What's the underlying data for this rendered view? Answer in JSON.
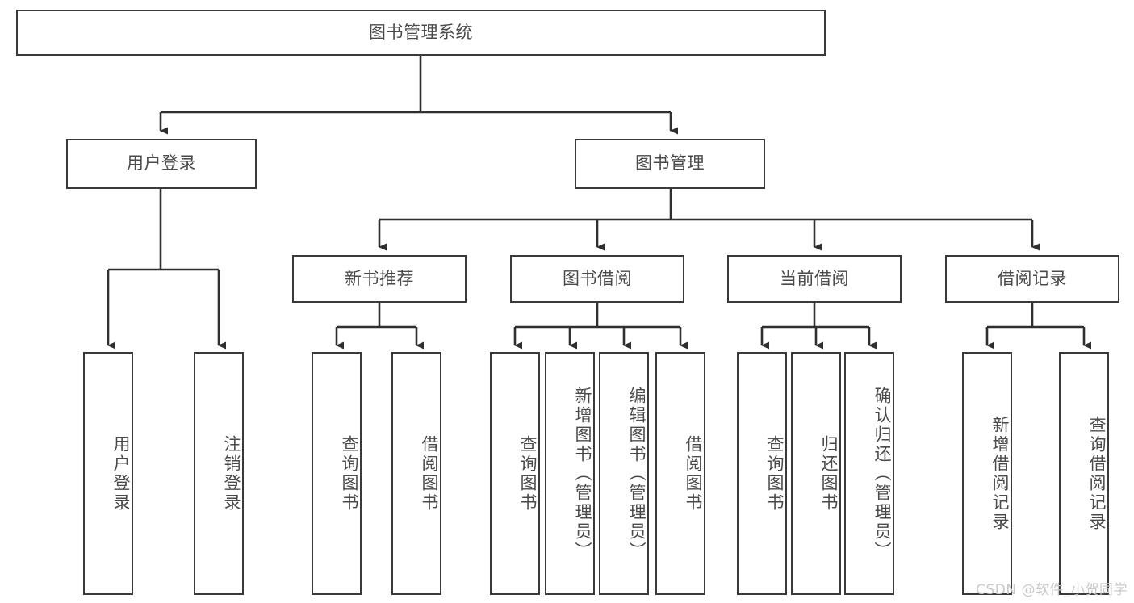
{
  "diagram": {
    "type": "tree-hierarchy",
    "title": "图书管理系统",
    "root": {
      "id": "root",
      "label": "图书管理系统"
    },
    "level1": [
      {
        "id": "user-login",
        "label": "用户登录"
      },
      {
        "id": "book-management",
        "label": "图书管理"
      }
    ],
    "level2": [
      {
        "id": "new-book-recommend",
        "label": "新书推荐",
        "parent": "book-management"
      },
      {
        "id": "book-borrow",
        "label": "图书借阅",
        "parent": "book-management"
      },
      {
        "id": "current-borrow",
        "label": "当前借阅",
        "parent": "book-management"
      },
      {
        "id": "borrow-record",
        "label": "借阅记录",
        "parent": "book-management"
      }
    ],
    "leaves": {
      "user_login": [
        {
          "id": "leaf-user-login",
          "label": "用户登录"
        },
        {
          "id": "leaf-user-logout",
          "label": "注销登录"
        }
      ],
      "new_book_recommend": [
        {
          "id": "leaf-query-book-1",
          "label": "查询图书"
        },
        {
          "id": "leaf-borrow-book-1",
          "label": "借阅图书"
        }
      ],
      "book_borrow": [
        {
          "id": "leaf-query-book-2",
          "label": "查询图书"
        },
        {
          "id": "leaf-add-book",
          "label": "新增图书（管理员）"
        },
        {
          "id": "leaf-edit-book",
          "label": "编辑图书（管理员）"
        },
        {
          "id": "leaf-borrow-book-2",
          "label": "借阅图书"
        }
      ],
      "current_borrow": [
        {
          "id": "leaf-query-book-3",
          "label": "查询图书"
        },
        {
          "id": "leaf-return-book",
          "label": "归还图书"
        },
        {
          "id": "leaf-confirm-return",
          "label": "确认归还（管理员）"
        }
      ],
      "borrow_record": [
        {
          "id": "leaf-add-record",
          "label": "新增借阅记录"
        },
        {
          "id": "leaf-query-record",
          "label": "查询借阅记录"
        }
      ]
    }
  },
  "watermark": {
    "text": "CSDN @软件_小贺同学"
  },
  "colors": {
    "background": "#ffffff",
    "box_border": "#3a3a3a",
    "box_fill": "#ffffff",
    "text": "#4a4a4a",
    "connector": "#2f2f2f",
    "watermark": "#c9c9c9"
  }
}
